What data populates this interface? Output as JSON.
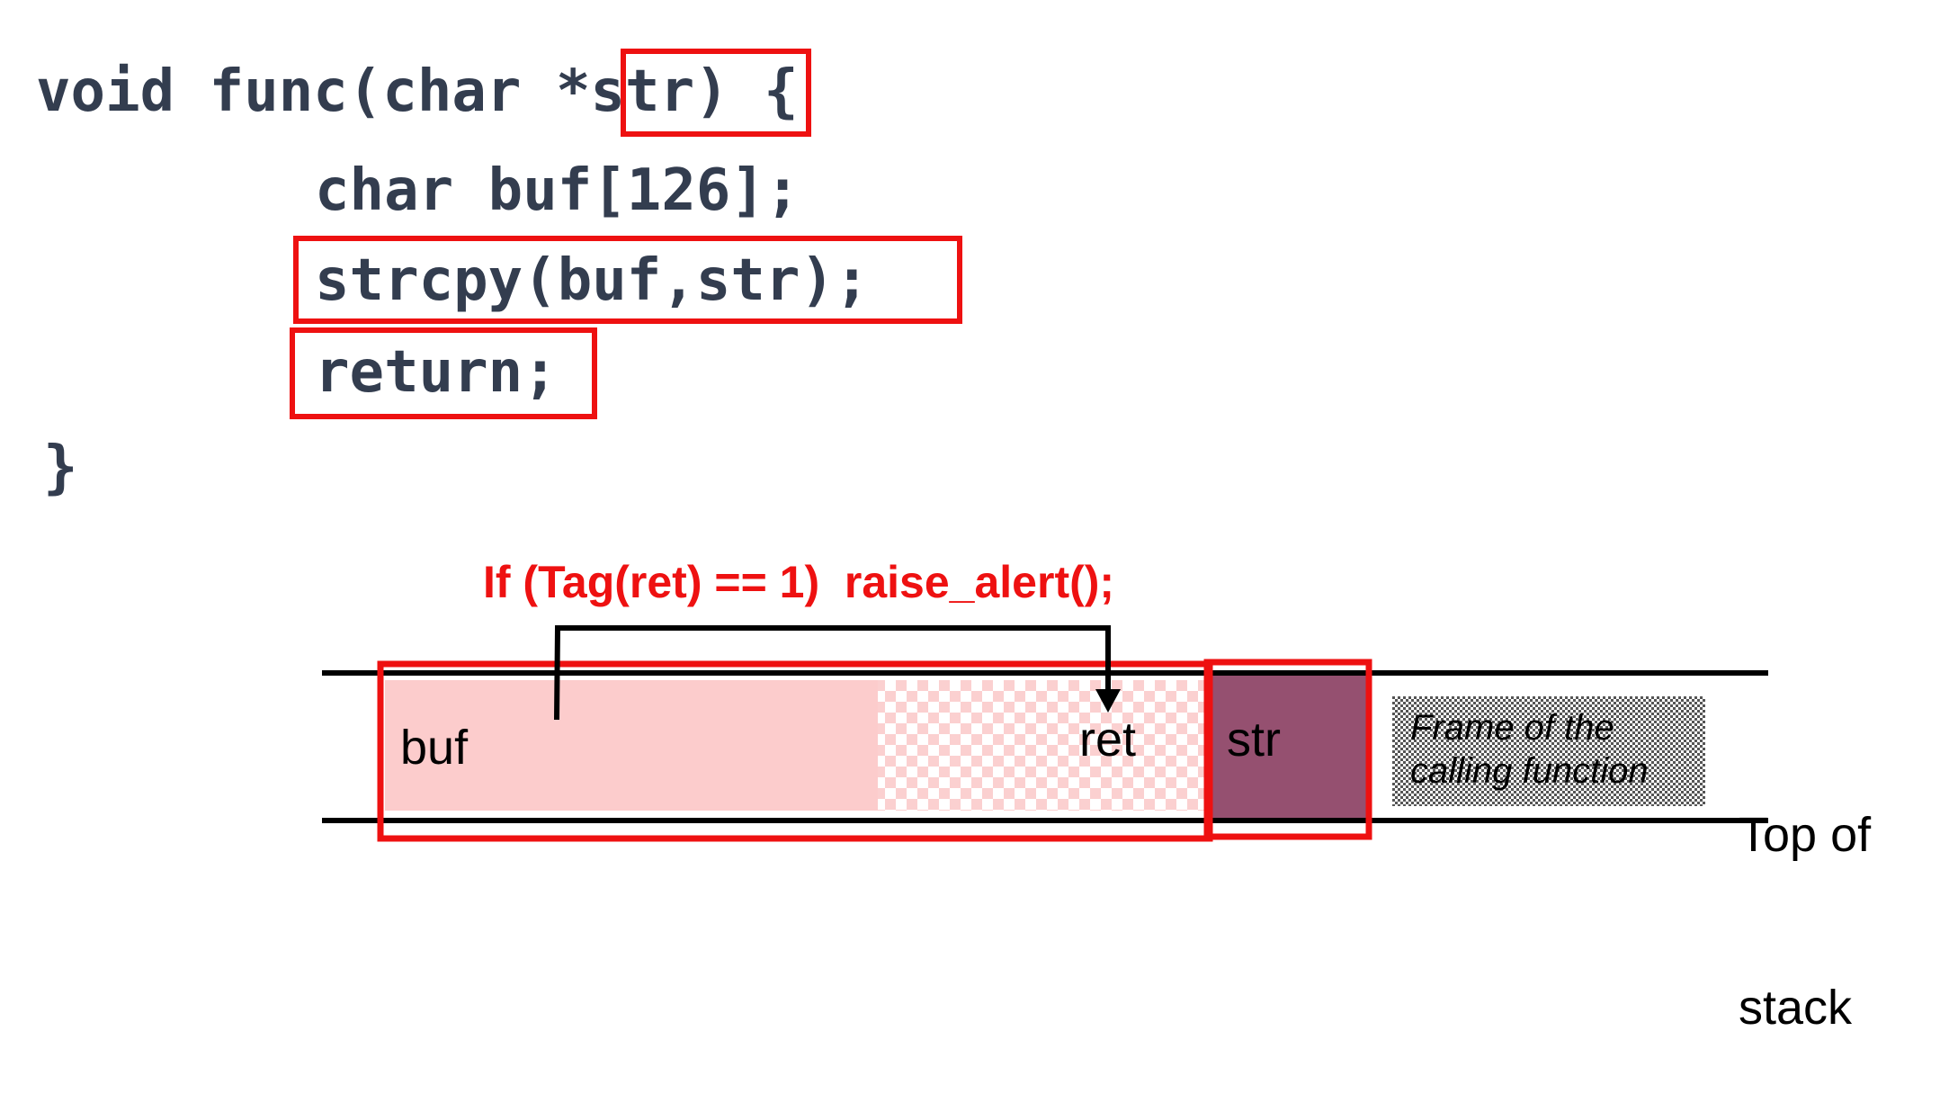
{
  "code": {
    "line1_prefix": "void func(char ",
    "line1_param": "*str)",
    "line1_brace": " {",
    "line2": "char buf[126];",
    "line3": "strcpy(buf,str);",
    "line4": "return;",
    "line5": "}"
  },
  "diagram": {
    "check": "If (Tag(ret) == 1)  raise_alert();",
    "buf_label": "buf",
    "ret_label": "ret",
    "str_label": "str",
    "frame_label_line1": "Frame of the",
    "frame_label_line2": "calling function",
    "top_label_line1": "Top of",
    "top_label_line2": "stack"
  },
  "colors": {
    "code_text": "#333d4f",
    "highlight": "#ee1111",
    "buf_fill": "#fccccc",
    "str_fill": "#955070"
  }
}
